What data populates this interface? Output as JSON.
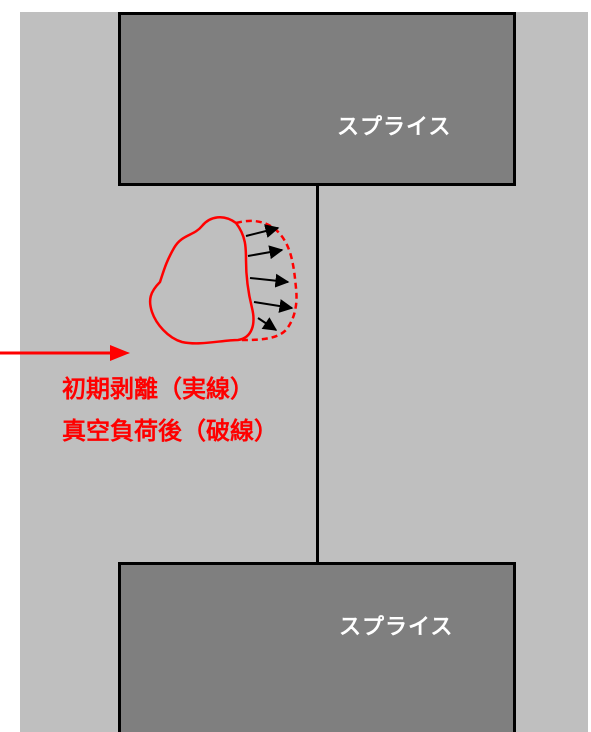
{
  "splices": {
    "top": {
      "label": "スプライス"
    },
    "bottom": {
      "label": "スプライス"
    }
  },
  "annotation": {
    "line1": "初期剥離（実線）",
    "line2": "真空負荷後（破線）",
    "color": "#ff0000"
  },
  "colors": {
    "background": "#bfbfbf",
    "splice_fill": "#7f7f7f",
    "outline": "#000000",
    "label_text": "#ffffff"
  },
  "icons": {
    "pointer": "arrow-right-icon",
    "displacement": "arrow-icon"
  }
}
